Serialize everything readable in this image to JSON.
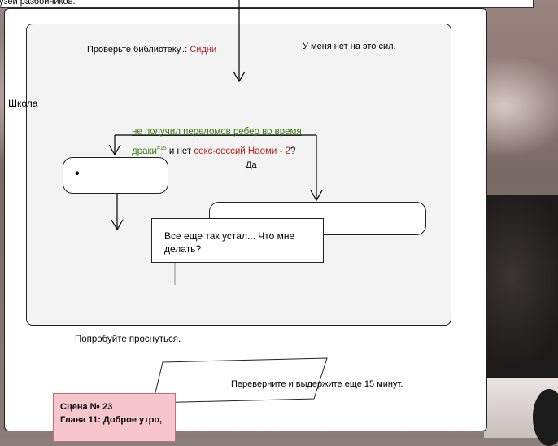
{
  "banner": {
    "partial_text": "узей разбойников."
  },
  "diagram": {
    "check_library_prefix": "Проверьте библиотеку..:",
    "check_library_name": "Сидни",
    "no_strength": "У меня нет на это сил.",
    "school": "Школа",
    "condition_line1": "не получил переломов ребер во время",
    "condition_line2": "драки",
    "condition_ref": "#15",
    "condition_and_not": "и нет",
    "condition_event": "секс-сессий Наоми - 2",
    "condition_qmark": "?",
    "yes": "Да",
    "bullet_node_text": "•",
    "tired_line1": "Все еще так устал... Что мне",
    "tired_line2": "делать?",
    "try_wake": "Попробуйте проснуться.",
    "turn_over": "Переверните и выдержите еще 15 минут."
  },
  "scene_card": {
    "line1": "Сцена № 23",
    "line2": "Глава 11: Доброе утро,"
  },
  "colors": {
    "accent_red": "#b02020",
    "accent_green": "#3a7a14",
    "card_pink": "#f7c6cd"
  }
}
